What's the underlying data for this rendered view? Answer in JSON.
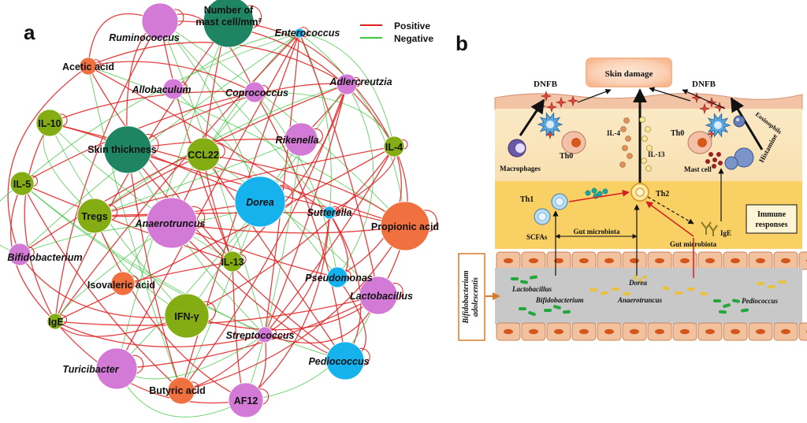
{
  "panel_a": {
    "letter": "a",
    "legend": {
      "positive": "Positive",
      "negative": "Negative"
    },
    "colors": {
      "positive": "#e02020",
      "negative": "#3cc43c",
      "microbe": "#d27ad6",
      "microbe_blue": "#16b2ee",
      "cytokine": "#84ad14",
      "acid": "#f07040",
      "phenotype": "#1f8461"
    },
    "nodes": [
      {
        "id": "ruminococcus",
        "label": "Ruminococcus",
        "italic": true,
        "type": "microbe"
      },
      {
        "id": "mastcell",
        "label": "Number of\nmast cell/mm²",
        "italic": false,
        "type": "phenotype"
      },
      {
        "id": "enterococcus",
        "label": "Enterococcus",
        "italic": true,
        "type": "microbe_blue"
      },
      {
        "id": "acetic",
        "label": "Acetic acid",
        "italic": false,
        "type": "acid"
      },
      {
        "id": "allobaculum",
        "label": "Allobaculum",
        "italic": true,
        "type": "microbe"
      },
      {
        "id": "coprococcus",
        "label": "Coprococcus",
        "italic": true,
        "type": "microbe"
      },
      {
        "id": "adlercreutzia",
        "label": "Adlercreutzia",
        "italic": true,
        "type": "microbe"
      },
      {
        "id": "il10",
        "label": "IL-10",
        "italic": false,
        "type": "cytokine"
      },
      {
        "id": "skin",
        "label": "Skin thickness",
        "italic": false,
        "type": "phenotype"
      },
      {
        "id": "ccl22",
        "label": "CCL22",
        "italic": false,
        "type": "cytokine"
      },
      {
        "id": "rikenella",
        "label": "Rikenella",
        "italic": true,
        "type": "microbe"
      },
      {
        "id": "il4",
        "label": "IL-4",
        "italic": false,
        "type": "cytokine"
      },
      {
        "id": "il5",
        "label": "IL-5",
        "italic": false,
        "type": "cytokine"
      },
      {
        "id": "dorea",
        "label": "Dorea",
        "italic": true,
        "type": "microbe_blue"
      },
      {
        "id": "tregs",
        "label": "Tregs",
        "italic": false,
        "type": "cytokine"
      },
      {
        "id": "anaerotruncus",
        "label": "Anaerotruncus",
        "italic": true,
        "type": "microbe"
      },
      {
        "id": "sutterella",
        "label": "Sutterella",
        "italic": true,
        "type": "microbe_blue"
      },
      {
        "id": "propionic",
        "label": "Propionic acid",
        "italic": false,
        "type": "acid"
      },
      {
        "id": "bifido",
        "label": "Bifidobacterium",
        "italic": true,
        "type": "microbe"
      },
      {
        "id": "il13",
        "label": "IL-13",
        "italic": false,
        "type": "cytokine"
      },
      {
        "id": "isovaleric",
        "label": "Isovaleric acid",
        "italic": false,
        "type": "acid"
      },
      {
        "id": "pseudomonas",
        "label": "Pseudomonas",
        "italic": true,
        "type": "microbe_blue"
      },
      {
        "id": "lactobacillus",
        "label": "Lactobacillus",
        "italic": true,
        "type": "microbe"
      },
      {
        "id": "ige",
        "label": "IgE",
        "italic": false,
        "type": "cytokine"
      },
      {
        "id": "ifng",
        "label": "IFN-γ",
        "italic": false,
        "type": "cytokine"
      },
      {
        "id": "streptococcus",
        "label": "Streptococcus",
        "italic": true,
        "type": "microbe"
      },
      {
        "id": "turicibacter",
        "label": "Turicibacter",
        "italic": true,
        "type": "microbe"
      },
      {
        "id": "pediococcus",
        "label": "Pediococcus",
        "italic": true,
        "type": "microbe_blue"
      },
      {
        "id": "butyric",
        "label": "Butyric acid",
        "italic": false,
        "type": "acid"
      },
      {
        "id": "af12",
        "label": "AF12",
        "italic": false,
        "type": "microbe"
      }
    ]
  },
  "panel_b": {
    "letter": "b",
    "skin_damage": "Skin damage",
    "dnfb_left": "DNFB",
    "dnfb_right": "DNFB",
    "eosinophils": "Eosinophils",
    "histamine": "Histamine",
    "macrophages": "Macrophages",
    "mast_cell": "Mast cell",
    "th0_left": "Th0",
    "th0_right": "Th0",
    "il4": "IL-4",
    "il13": "IL-13",
    "th1": "Th1",
    "th2": "Th2",
    "ige": "IgE",
    "immune_responses": "Immune\nresponses",
    "scfas": "SCFAs",
    "gut_microbiota_left": "Gut microbiota",
    "gut_microbiota_right": "Gut microbiota",
    "probiotic": "Bifidobacterium\nadolescentis",
    "lactobacillus": "Lactobacillus",
    "bifidobacterium": "Bifidobacterium",
    "dorea": "Dorea",
    "anaerotruncus": "Anaerotruncus",
    "pediococcus": "Pediococcus"
  }
}
